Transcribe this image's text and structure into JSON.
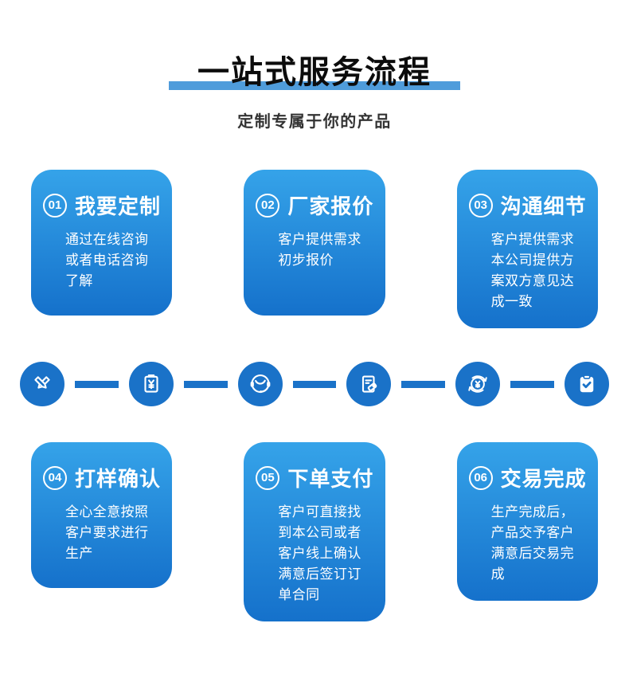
{
  "header": {
    "title": "一站式服务流程",
    "subtitle": "定制专属于你的产品"
  },
  "steps": [
    {
      "num": "01",
      "title": "我要定制",
      "desc": "通过在线咨询或者电话咨询了解"
    },
    {
      "num": "02",
      "title": "厂家报价",
      "desc": "客户提供需求初步报价"
    },
    {
      "num": "03",
      "title": "沟通细节",
      "desc": "客户提供需求本公司提供方案双方意见达成一致"
    },
    {
      "num": "04",
      "title": "打样确认",
      "desc": "全心全意按照客户要求进行生产"
    },
    {
      "num": "05",
      "title": "下单支付",
      "desc": "客户可直接找到本公司或者客户线上确认满意后签订订单合同"
    },
    {
      "num": "06",
      "title": "交易完成",
      "desc": "生产完成后，产品交予客户满意后交易完成"
    }
  ],
  "process_icons": [
    "pen-tools-icon",
    "invoice-yen-icon",
    "customer-service-icon",
    "order-tag-icon",
    "payment-refresh-icon",
    "clipboard-check-icon"
  ],
  "colors": {
    "card_top": "#35a3e9",
    "card_bottom": "#1571cb",
    "icon_circle": "#1a72c8",
    "connector": "#1a72c8",
    "title_bar": "#4f9cdb",
    "title_text": "#0c0c0c",
    "subtitle_text": "#333333"
  }
}
